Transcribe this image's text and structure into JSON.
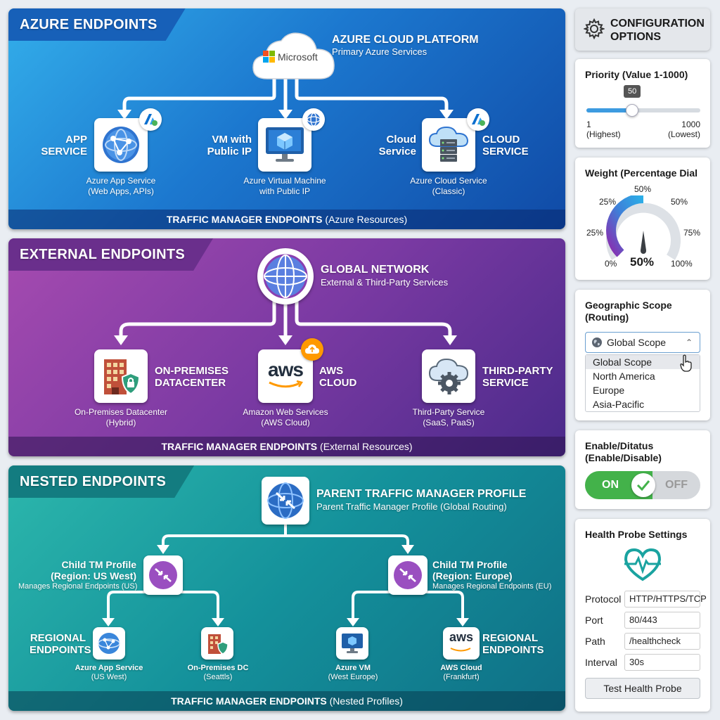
{
  "azure": {
    "tag": "AZURE ENDPOINTS",
    "cloud_label": "Microsoft",
    "platform_title": "AZURE CLOUD PLATFORM",
    "platform_sub": "Primary Azure Services",
    "nodes": [
      {
        "title_l1": "APP",
        "title_l2": "SERVICE",
        "sub_l1": "Azure App Service",
        "sub_l2": "(Web Apps, APIs)"
      },
      {
        "title_l1": "VM with",
        "title_l2": "Public IP",
        "sub_l1": "Azure Virtual Machine",
        "sub_l2": "with Public IP"
      },
      {
        "title_l1": "Cloud",
        "title_l2": "Service",
        "title_r1": "CLOUD",
        "title_r2": "SERVICE",
        "sub_l1": "Azure Cloud Service",
        "sub_l2": "(Classic)"
      }
    ],
    "footer_bold": "TRAFFIC MANAGER ENDPOINTS",
    "footer_rest": " (Azure Resources)"
  },
  "external": {
    "tag": "EXTERNAL ENDPOINTS",
    "hub_title": "GLOBAL NETWORK",
    "hub_sub": "External & Third-Party Services",
    "nodes": [
      {
        "title_l1": "ON-PREMISES",
        "title_l2": "DATACENTER",
        "sub_l1": "On-Premises Datacenter",
        "sub_l2": "(Hybrid)"
      },
      {
        "title_l1": "AWS",
        "title_l2": "CLOUD",
        "logo": "aws",
        "sub_l1": "Amazon Web Services",
        "sub_l2": "(AWS Cloud)"
      },
      {
        "title_l1": "THIRD-PARTY",
        "title_l2": "SERVICE",
        "sub_l1": "Third-Party Service",
        "sub_l2": "(SaaS, PaaS)"
      }
    ],
    "footer_bold": "TRAFFIC MANAGER ENDPOINTS",
    "footer_rest": " (External Resources)"
  },
  "nested": {
    "tag": "NESTED ENDPOINTS",
    "parent_title": "PARENT TRAFFIC MANAGER PROFILE",
    "parent_sub": "Parent Traffic Manager Profile (Global Routing)",
    "child_left": {
      "l1": "Child TM Profile",
      "l2": "(Region: US West)",
      "l3": "Manages Regional Endpoints (US)"
    },
    "child_right": {
      "l1": "Child TM Profile",
      "l2": "(Region: Europe)",
      "l3": "Manages Regional Endpoints (EU)"
    },
    "regional_label_l1": "REGIONAL",
    "regional_label_l2": "ENDPOINTS",
    "leaves": [
      {
        "l1": "Azure App Service",
        "l2": "(US West)"
      },
      {
        "l1": "On-Premises DC",
        "l2": "(Seattls)"
      },
      {
        "l1": "Azure VM",
        "l2": "(West Europe)"
      },
      {
        "l1": "AWS Cloud",
        "l2": "(Frankfurt)",
        "logo": "aws"
      }
    ],
    "footer_bold": "TRAFFIC MANAGER ENDPOINTS",
    "footer_rest": " (Nested Profiles)"
  },
  "config": {
    "title_l1": "CONFIGURATION",
    "title_l2": "OPTIONS",
    "priority": {
      "title": "Priority (Value 1-1000)",
      "value": 50,
      "min": 1,
      "max": 1000,
      "value_label": "50",
      "min_l1": "1",
      "min_l2": "(Highest)",
      "max_l1": "1000",
      "max_l2": "(Lowest)"
    },
    "weight": {
      "title": "Weight (Percentage Dial",
      "value_pct": 50,
      "value_label": "50%",
      "labels": [
        "0%",
        "25%",
        "25%",
        "50%",
        "50%",
        "75%",
        "100%"
      ]
    },
    "geo": {
      "title_l1": "Geographic Scope",
      "title_l2": "(Routing)",
      "selected": "Global Scope",
      "options": [
        "Global Scope",
        "North America",
        "Europe",
        "Asia-Pacific"
      ]
    },
    "status": {
      "title_l1": "Enable/Ditatus",
      "title_l2": "(Enable/Disable)",
      "on": "ON",
      "off": "OFF"
    },
    "health": {
      "title": "Health Probe Settings",
      "rows": [
        {
          "label": "Protocol",
          "value": "HTTP/HTTPS/TCP"
        },
        {
          "label": "Port",
          "value": "80/443"
        },
        {
          "label": "Path",
          "value": "/healthcheck"
        },
        {
          "label": "Interval",
          "value": "30s"
        }
      ],
      "button": "Test Health Probe"
    }
  },
  "colors": {
    "azure": "#1c78cf",
    "external": "#7b3aa3",
    "nested": "#14919b",
    "toggle_on": "#43b24a",
    "slider": "#3d9be0"
  }
}
